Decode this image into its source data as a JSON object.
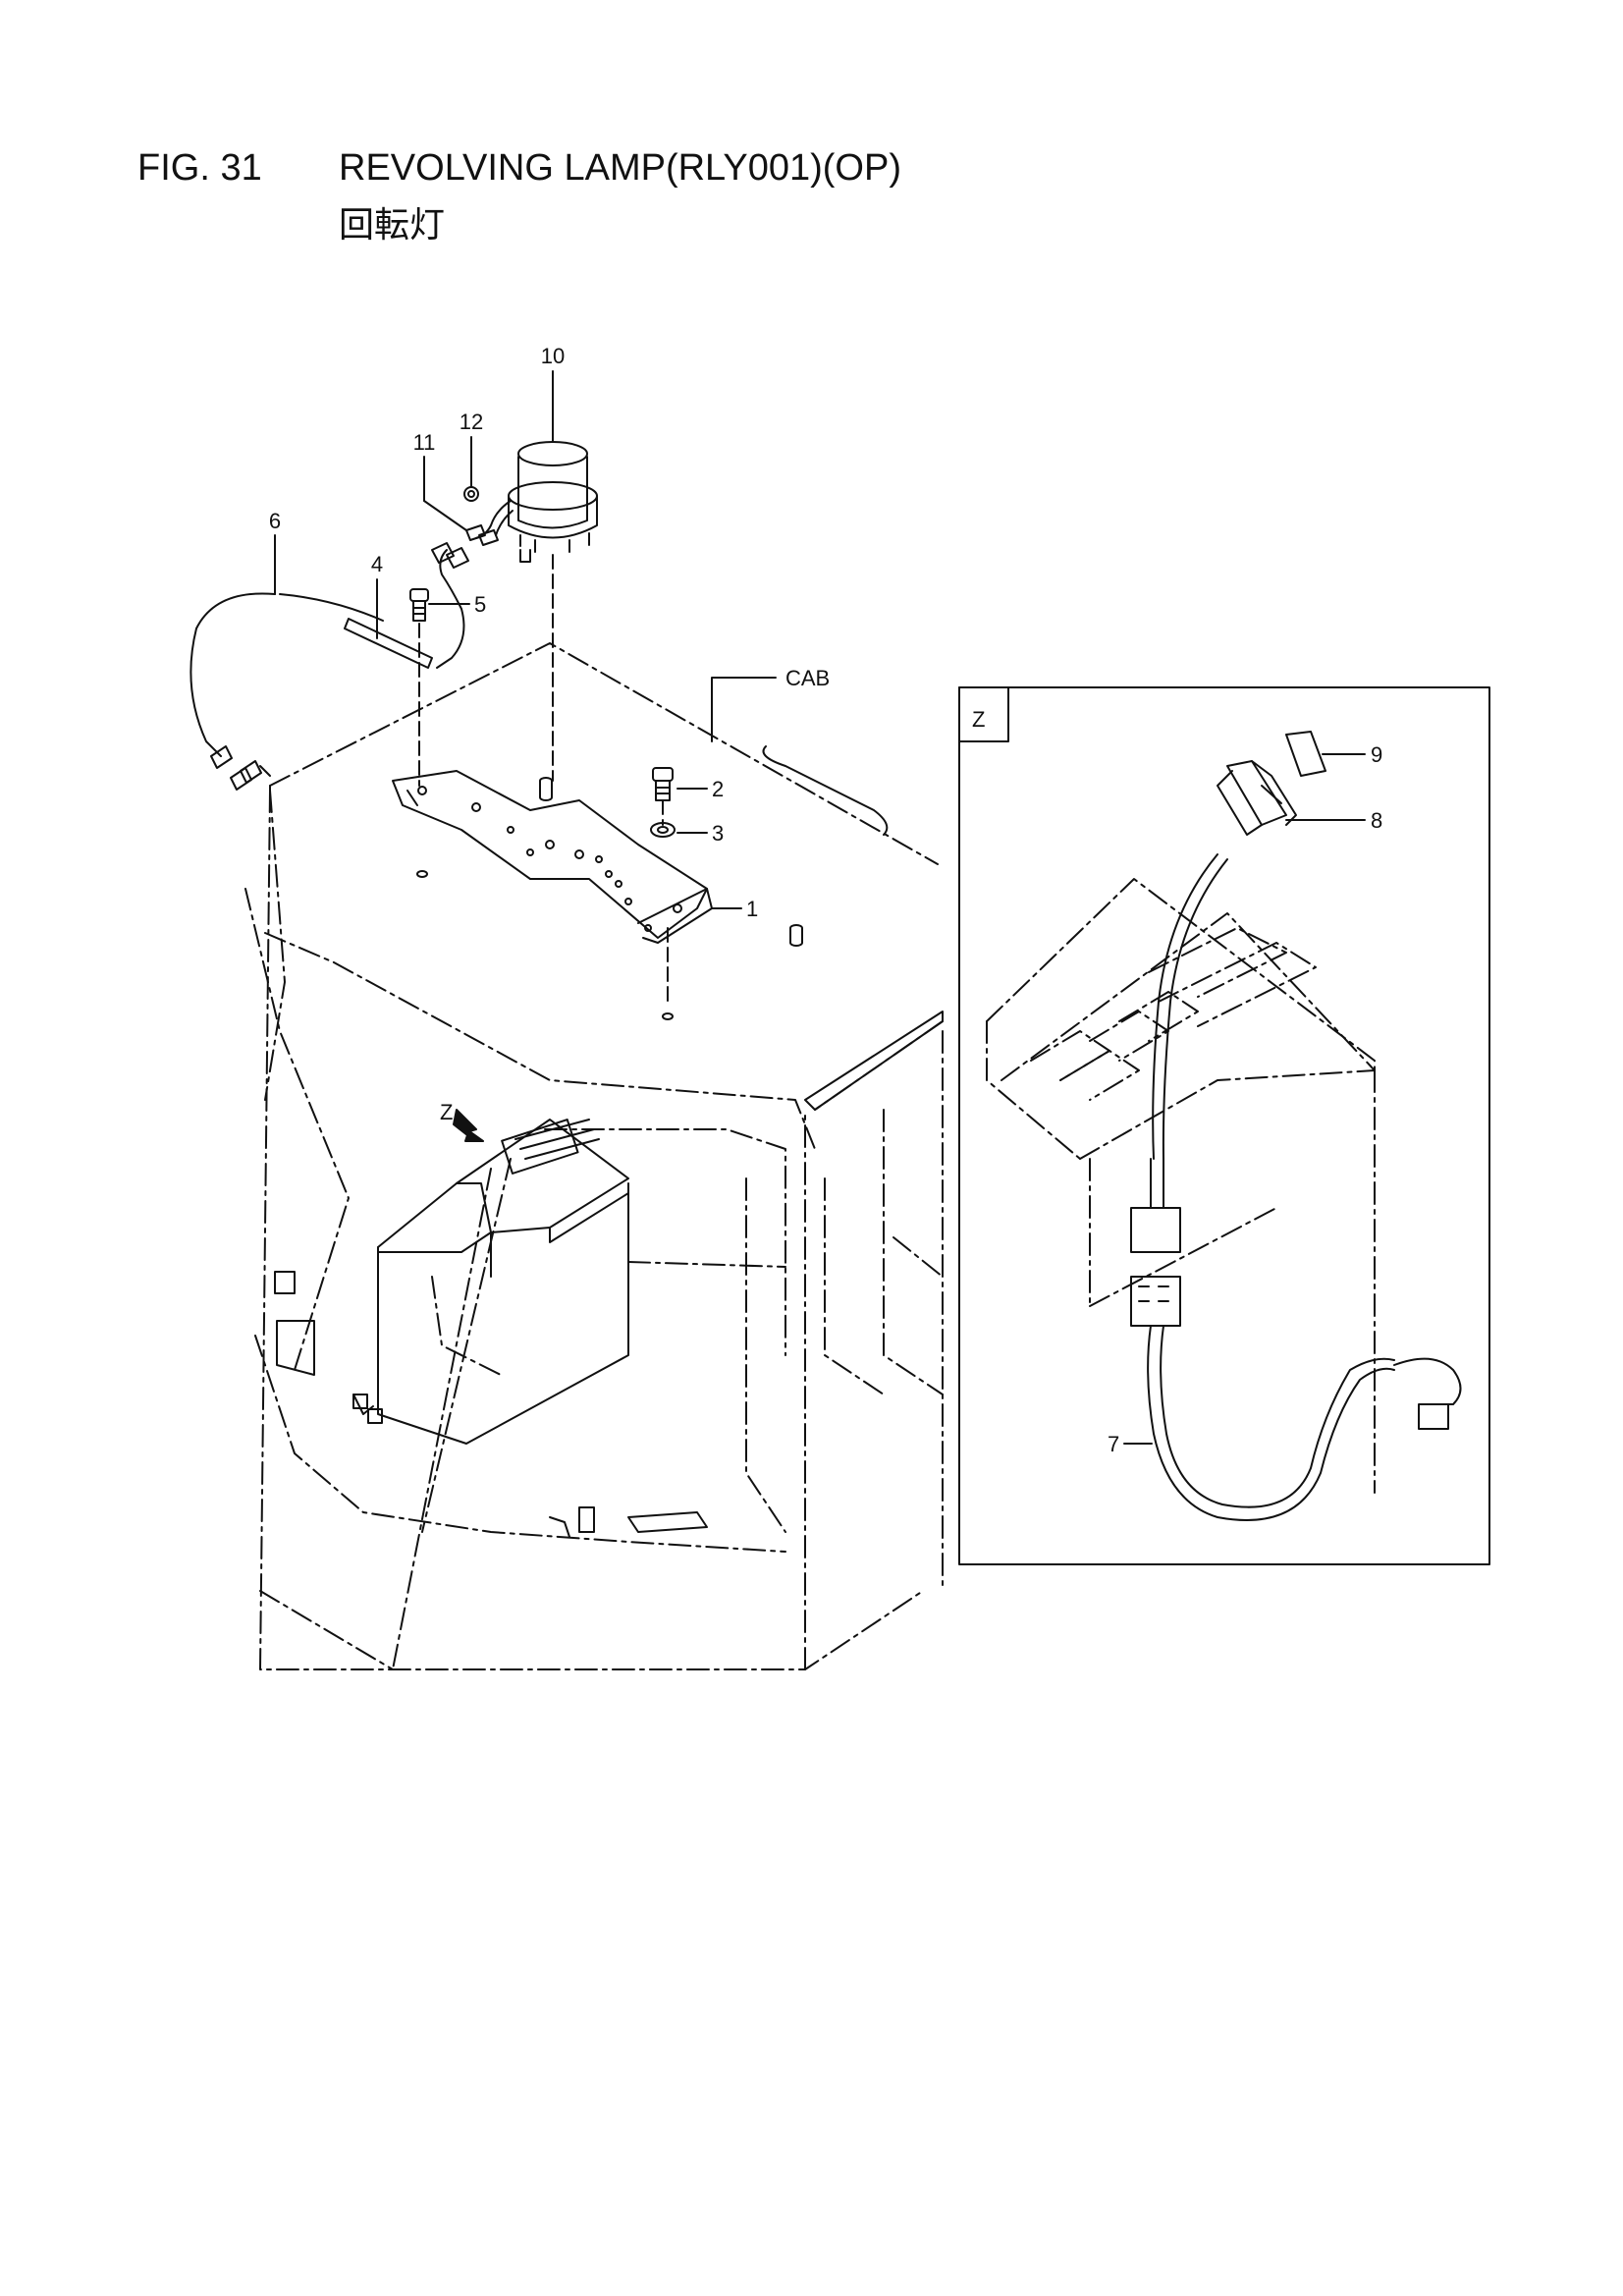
{
  "figure": {
    "number": "FIG. 31",
    "title": "REVOLVING LAMP(RLY001)(OP)",
    "subtitle": "回転灯"
  },
  "callouts": {
    "p1": "1",
    "p2": "2",
    "p3": "3",
    "p4": "4",
    "p5": "5",
    "p6": "6",
    "p7": "7",
    "p8": "8",
    "p9": "9",
    "p10": "10",
    "p11": "11",
    "p12": "12",
    "cab": "CAB",
    "z_arrow": "Z",
    "z_detail": "Z"
  }
}
